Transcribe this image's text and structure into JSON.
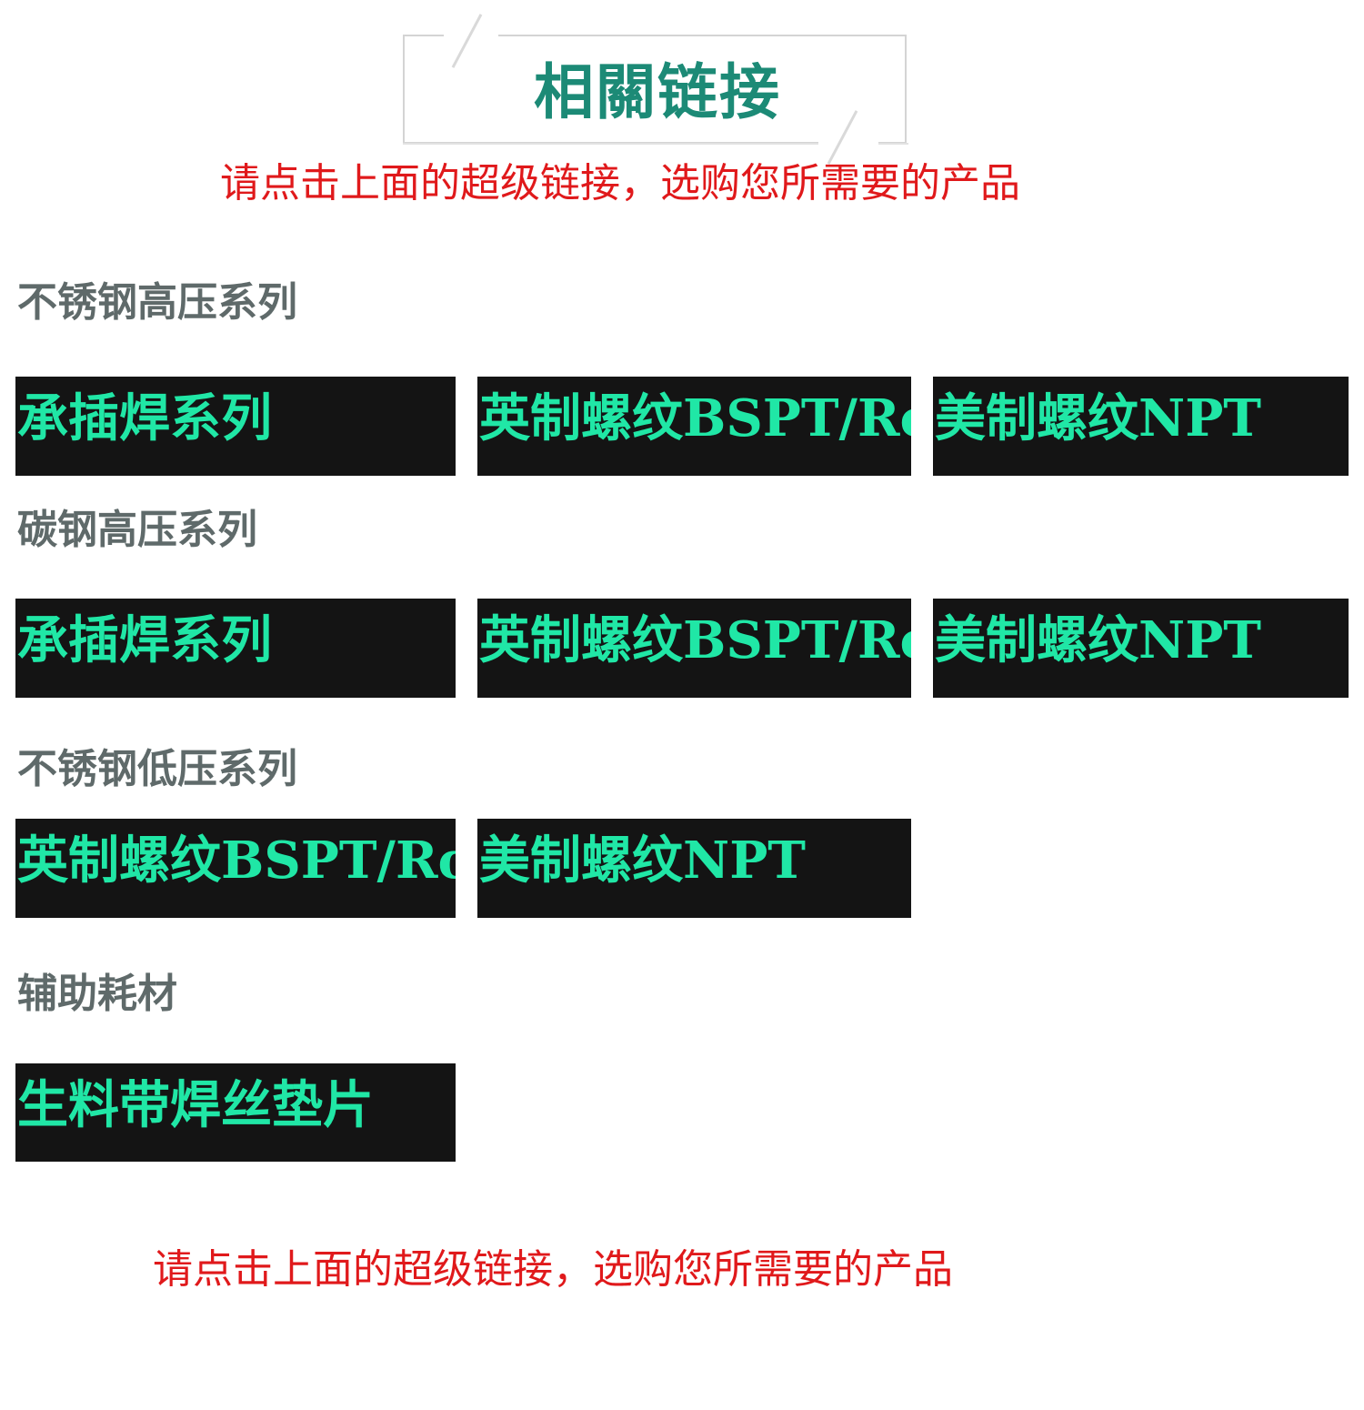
{
  "header": {
    "title": "相關链接",
    "notice": "请点击上面的超级链接，选购您所需要的产品"
  },
  "sections": [
    {
      "heading": "不锈钢高压系列",
      "links": [
        "承插焊系列",
        "英制螺纹BSPT/Rc",
        "美制螺纹NPT"
      ]
    },
    {
      "heading": "碳钢高压系列",
      "links": [
        "承插焊系列",
        "英制螺纹BSPT/Rc",
        "美制螺纹NPT"
      ]
    },
    {
      "heading": "不锈钢低压系列",
      "links": [
        "英制螺纹BSPT/Rc",
        "美制螺纹NPT"
      ]
    },
    {
      "heading": "辅助耗材",
      "links": [
        "生料带焊丝垫片"
      ]
    }
  ],
  "footer": {
    "notice": "请点击上面的超级链接，选购您所需要的产品"
  },
  "colors": {
    "title": "#1c8a76",
    "notice": "#e0191b",
    "heading": "#5f6a6a",
    "tile_background": "#141414",
    "tile_text": "#20e7a6"
  }
}
